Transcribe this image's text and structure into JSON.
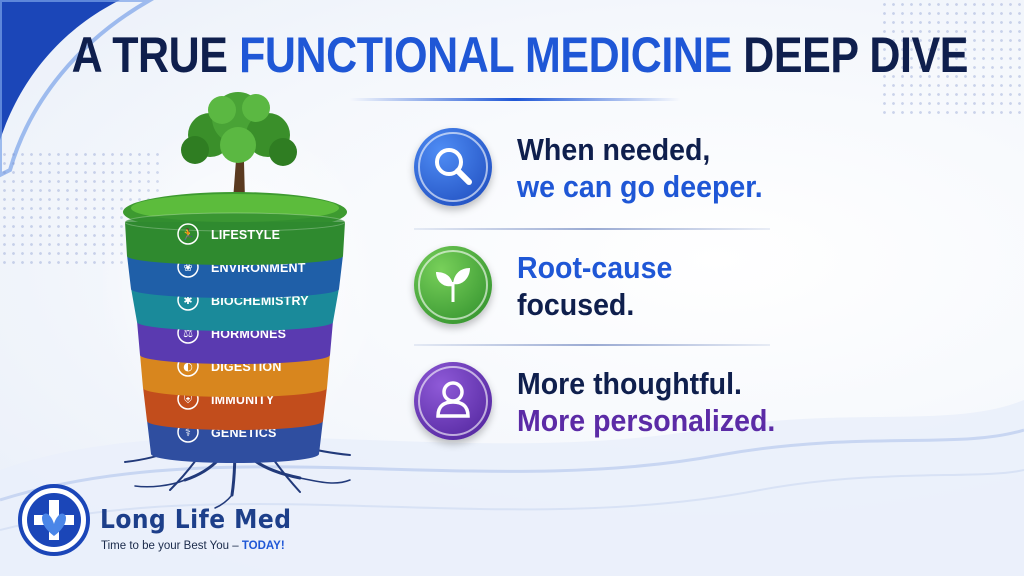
{
  "title": {
    "part1": "A TRUE ",
    "highlight": "FUNCTIONAL MEDICINE",
    "part2": " DEEP DIVE"
  },
  "layers": [
    {
      "label": "LIFESTYLE",
      "icon": "running-person-icon",
      "color": "#2f8a2f"
    },
    {
      "label": "ENVIRONMENT",
      "icon": "leaf-icon",
      "color": "#1f5fa8"
    },
    {
      "label": "BIOCHEMISTRY",
      "icon": "molecule-icon",
      "color": "#1a8a9a"
    },
    {
      "label": "HORMONES",
      "icon": "balance-scale-icon",
      "color": "#5a3ab0"
    },
    {
      "label": "DIGESTION",
      "icon": "stomach-icon",
      "color": "#d8861e"
    },
    {
      "label": "IMMUNITY",
      "icon": "shield-icon",
      "color": "#c24d1c"
    },
    {
      "label": "GENETICS",
      "icon": "dna-icon",
      "color": "#2f4ea0"
    }
  ],
  "features": [
    {
      "line1": "When needed,",
      "line2": "we can go deeper.",
      "icon": "magnifier-icon",
      "color": "#1f57d6"
    },
    {
      "line1": "Root-cause",
      "line2": "focused.",
      "icon": "leaf-sprout-icon",
      "color": "#3ea83a"
    },
    {
      "line1": "More thoughtful.",
      "line2": "More personalized.",
      "icon": "person-icon",
      "color": "#5b2ba6"
    }
  ],
  "brand": {
    "name": "Long Life Med",
    "tagline_main": "Time to be your Best You – ",
    "tagline_today": "TODAY!"
  }
}
